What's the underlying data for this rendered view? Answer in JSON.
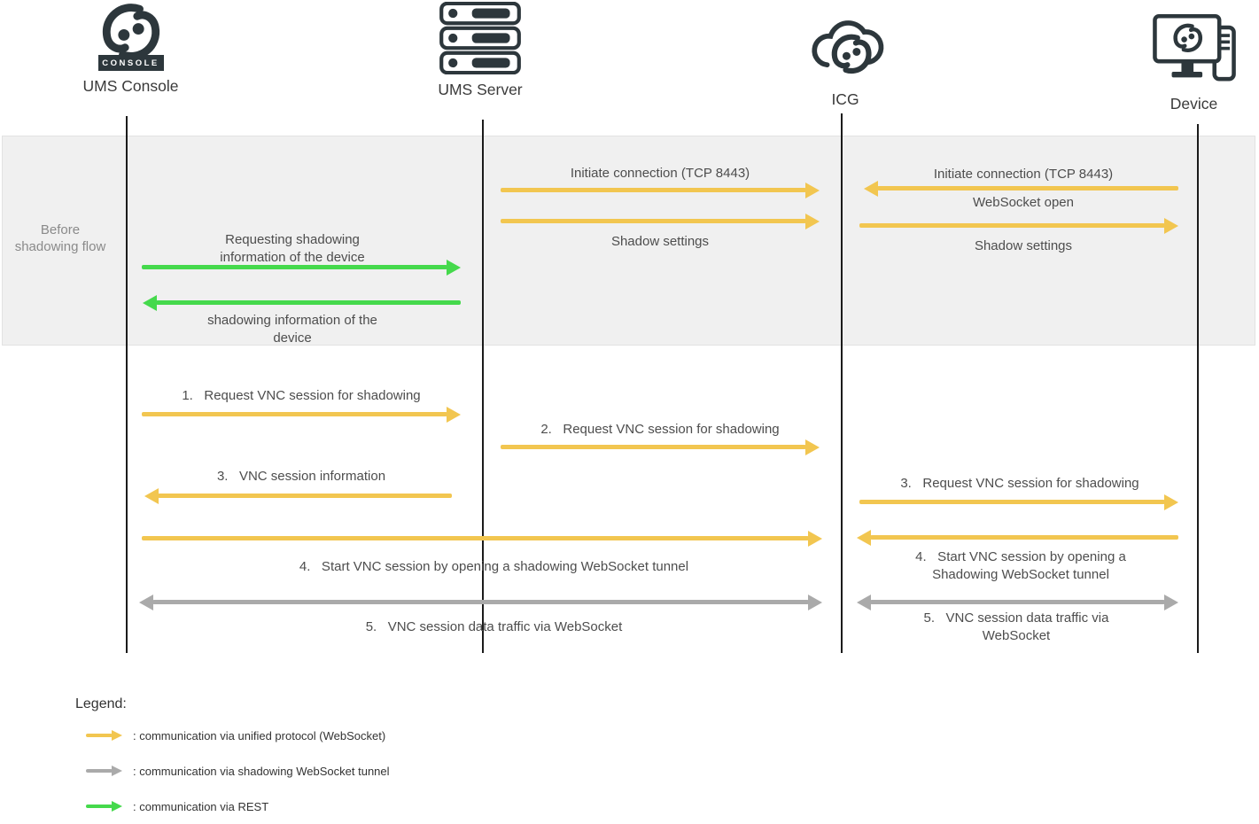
{
  "actors": {
    "console": {
      "label": "UMS Console",
      "badge": "CONSOLE"
    },
    "server": {
      "label": "UMS Server"
    },
    "icg": {
      "label": "ICG"
    },
    "device": {
      "label": "Device"
    }
  },
  "phase": {
    "label": "Before shadowing flow"
  },
  "messages": {
    "init_server_icg": "Initiate connection (TCP 8443)",
    "shadow_settings_server_icg": "Shadow settings",
    "init_device_icg": "Initiate connection (TCP 8443)",
    "websocket_open": "WebSocket open",
    "shadow_settings_icg_device": "Shadow settings",
    "req_shadow_info": "Requesting shadowing information of the device",
    "shadow_info": "shadowing information of the device",
    "step1": "1.   Request VNC session for shadowing",
    "step2": "2.   Request VNC session for shadowing",
    "step3_left": "3.   VNC session information",
    "step3_right": "3.   Request VNC session for shadowing",
    "step4_long": "4.   Start VNC session by opening a shadowing WebSocket tunnel",
    "step4_right": "4.   Start VNC session by opening a Shadowing WebSocket tunnel",
    "step5_long": "5.   VNC session data traffic via WebSocket",
    "step5_right": "5.   VNC session data traffic via WebSocket"
  },
  "legend": {
    "title": "Legend:",
    "items": [
      {
        "color": "#f2c650",
        "text": ": communication via unified protocol (WebSocket)"
      },
      {
        "color": "#aaaaaa",
        "text": ": communication via shadowing WebSocket tunnel"
      },
      {
        "color": "#45d94c",
        "text": ": communication via REST"
      }
    ]
  },
  "colors": {
    "arrow_unified_yellow": "#f2c650",
    "arrow_tunnel_gray": "#aaaaaa",
    "arrow_rest_green": "#45d94c",
    "icon_dark": "#2d373c",
    "band_background": "#f0f0f0"
  }
}
